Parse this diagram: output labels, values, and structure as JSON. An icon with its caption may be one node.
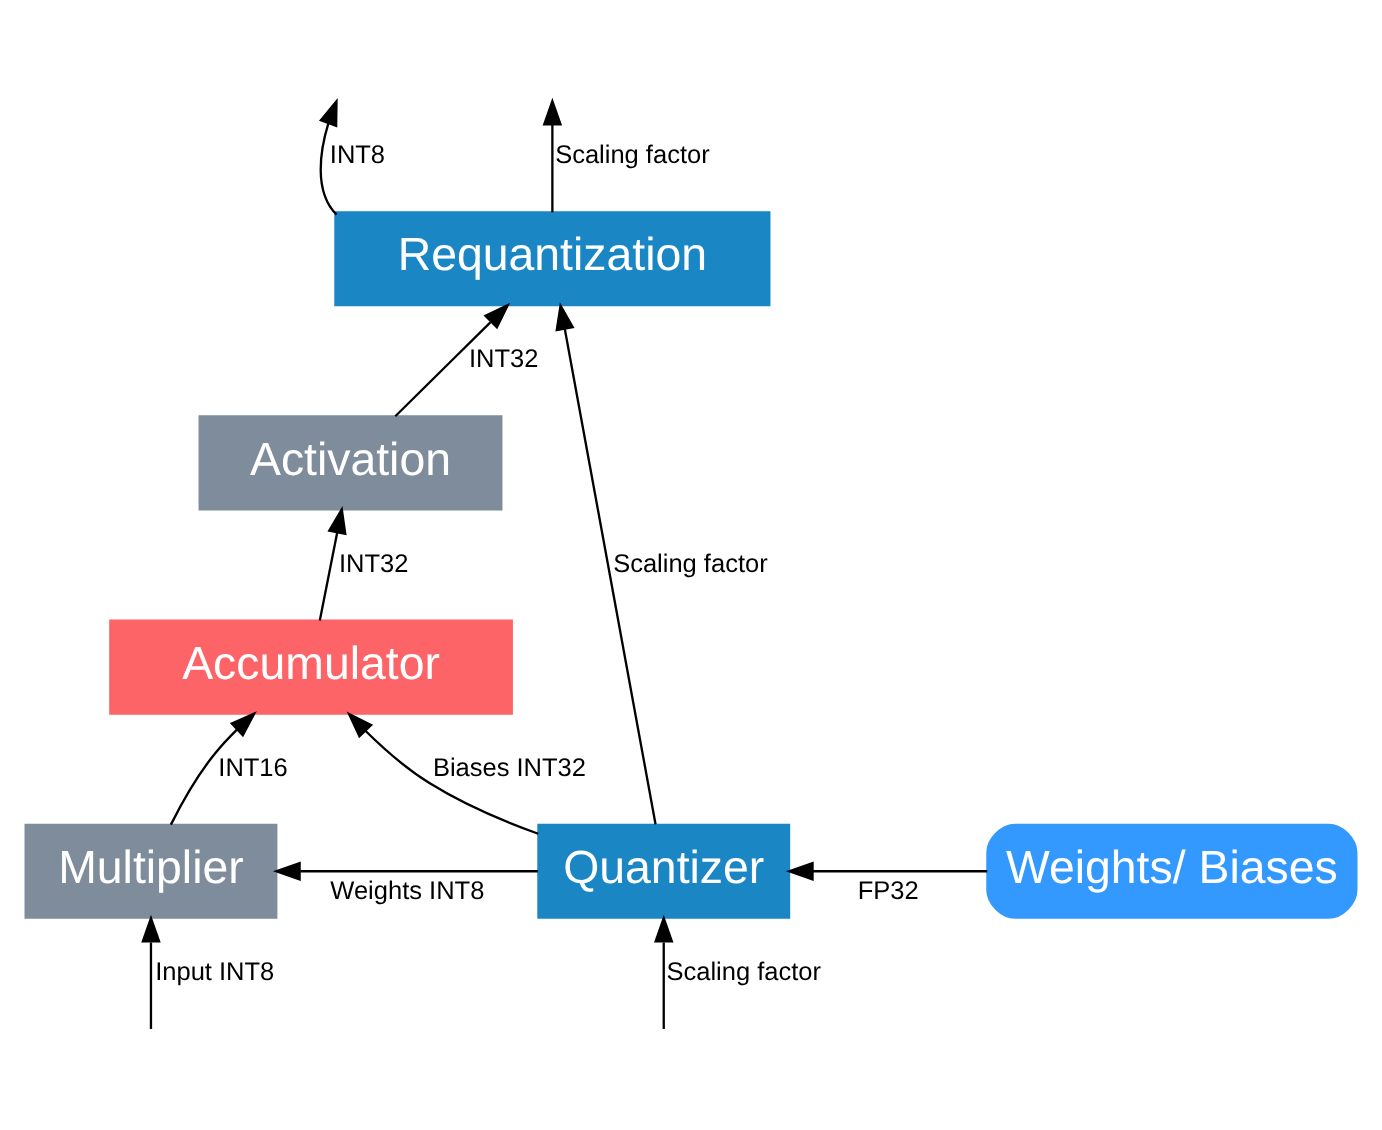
{
  "diagram": {
    "nodes": [
      {
        "text": [
          "Requantization"
        ]
      },
      {
        "text": [
          "Activation"
        ]
      },
      {
        "text": [
          "Accumulator"
        ]
      },
      {
        "text": [
          "Multiplier"
        ]
      },
      {
        "text": [
          "Quantizer"
        ]
      },
      {
        "text": [
          "Weights/ Biases"
        ]
      }
    ],
    "edges": [
      {
        "from": 0,
        "to": null,
        "arrow": "to",
        "label": "INT8"
      },
      {
        "from": 0,
        "to": null,
        "arrow": "to",
        "label": "Scaling factor"
      },
      {
        "from": 1,
        "to": 0,
        "arrow": "to",
        "label": "INT32"
      },
      {
        "from": 2,
        "to": 1,
        "arrow": "to",
        "label": "INT32"
      },
      {
        "from": 3,
        "to": 2,
        "arrow": "to",
        "label": "INT16"
      },
      {
        "from": 4,
        "to": 3,
        "arrow": "to",
        "label": "Weights INT8"
      },
      {
        "from": 4,
        "to": 2,
        "arrow": "to",
        "label": "Biases INT32"
      },
      {
        "from": 4,
        "to": 0,
        "arrow": "to",
        "label": "Scaling factor"
      },
      {
        "from": 5,
        "to": 4,
        "arrow": "to",
        "label": "FP32"
      },
      {
        "from": null,
        "to": 3,
        "arrow": "to",
        "label": "Input INT8"
      },
      {
        "from": null,
        "to": 4,
        "arrow": "to",
        "label": "Scaling factor"
      }
    ]
  }
}
